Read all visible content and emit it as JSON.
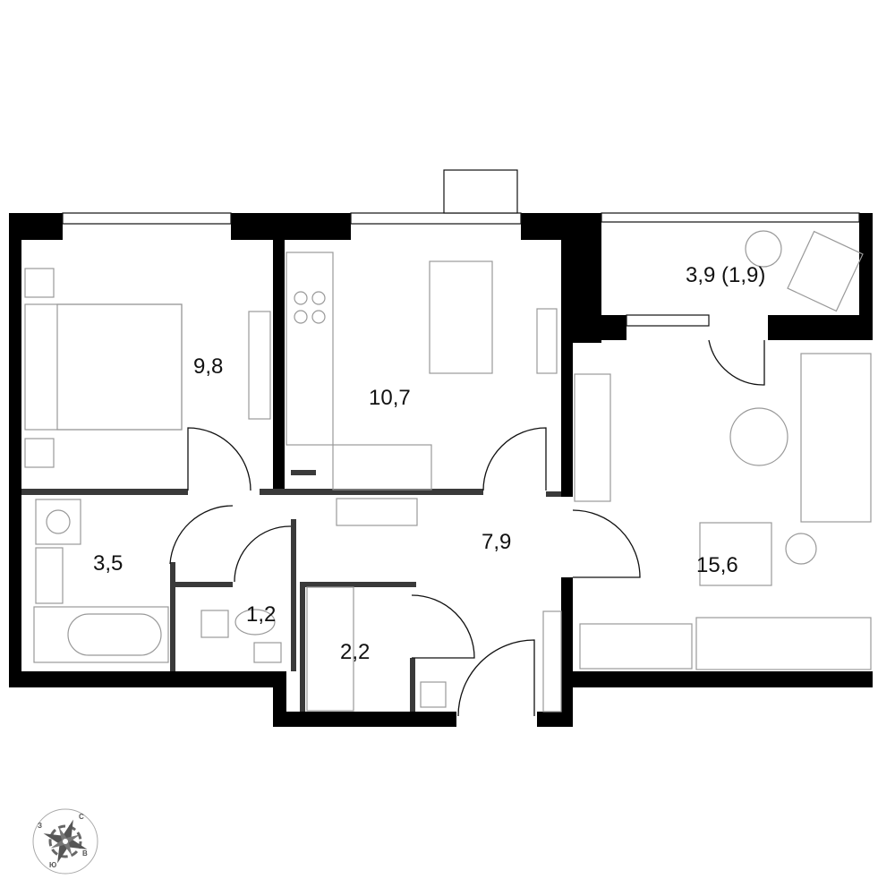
{
  "rooms": {
    "bedroom": "9,8",
    "kitchen": "10,7",
    "balcony": "3,9 (1,9)",
    "hall": "7,9",
    "bathroom": "3,5",
    "toilet": "1,2",
    "storage": "2,2",
    "living": "15,6"
  },
  "compass": {
    "north": "С",
    "east": "В",
    "south": "Ю",
    "west": "З"
  },
  "colors": {
    "wall": "#000000",
    "partition": "#3a3a3a",
    "furniture": "#999999"
  }
}
